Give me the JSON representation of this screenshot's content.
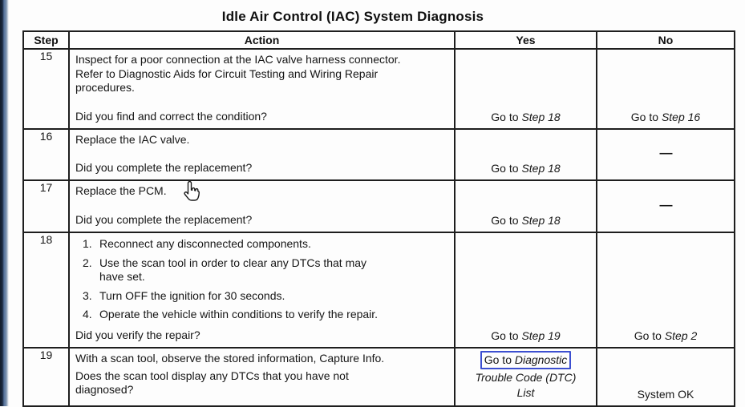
{
  "page": {
    "title": "Idle Air Control (IAC) System Diagnosis"
  },
  "table": {
    "headers": [
      "Step",
      "Action",
      "Yes",
      "No"
    ],
    "rows": [
      {
        "step": "15",
        "paragraphs": [
          [
            "Inspect for a poor connection at the IAC valve harness connector.",
            "Refer to Diagnostic Aids for Circuit Testing and Wiring Repair",
            "procedures."
          ]
        ],
        "list": [],
        "question": "Did you find and correct the condition?",
        "yes": {
          "kind": "goto",
          "prefix": "Go to",
          "target": "Step 18"
        },
        "no": {
          "kind": "goto",
          "prefix": "Go to",
          "target": "Step 16"
        }
      },
      {
        "step": "16",
        "paragraphs": [
          [
            "Replace the IAC valve."
          ]
        ],
        "list": [],
        "question": "Did you complete the replacement?",
        "yes": {
          "kind": "goto",
          "prefix": "Go to",
          "target": "Step 18"
        },
        "no": {
          "kind": "dash",
          "text": "—"
        }
      },
      {
        "step": "17",
        "paragraphs": [
          [
            "Replace the PCM."
          ]
        ],
        "list": [],
        "question": "Did you complete the replacement?",
        "yes": {
          "kind": "goto",
          "prefix": "Go to",
          "target": "Step 18"
        },
        "no": {
          "kind": "dash",
          "text": "—"
        }
      },
      {
        "step": "18",
        "paragraphs": [],
        "list": [
          {
            "num": "1.",
            "lines": [
              "Reconnect any disconnected components."
            ]
          },
          {
            "num": "2.",
            "lines": [
              "Use the scan tool in order to clear any DTCs that may",
              "have set."
            ]
          },
          {
            "num": "3.",
            "lines": [
              "Turn OFF the ignition for 30 seconds."
            ]
          },
          {
            "num": "4.",
            "lines": [
              "Operate the vehicle within conditions to verify the repair."
            ]
          }
        ],
        "question": "Did you verify the repair?",
        "yes": {
          "kind": "goto",
          "prefix": "Go to",
          "target": "Step 19"
        },
        "no": {
          "kind": "goto",
          "prefix": "Go to",
          "target": "Step 2"
        }
      },
      {
        "step": "19",
        "paragraphs": [
          [
            "With a scan tool, observe the stored information, Capture Info."
          ],
          [
            "Does the scan tool display any DTCs that you have not",
            "diagnosed?"
          ]
        ],
        "list": [],
        "question": "",
        "yes": {
          "kind": "link",
          "lines": [
            {
              "prefix": "Go to",
              "italic": "Diagnostic",
              "boxed": true
            },
            {
              "italic": "Trouble Code (DTC)"
            },
            {
              "italic": "List"
            }
          ]
        },
        "no": {
          "kind": "plain",
          "text": "System OK"
        }
      }
    ]
  },
  "cursor": {
    "icon": "hand-pointer"
  },
  "colors": {
    "link_box": "#3c4fd0",
    "table_border": "#1e1e1e",
    "edge_dark": "#1b2940",
    "edge_blue": "#54719a"
  }
}
